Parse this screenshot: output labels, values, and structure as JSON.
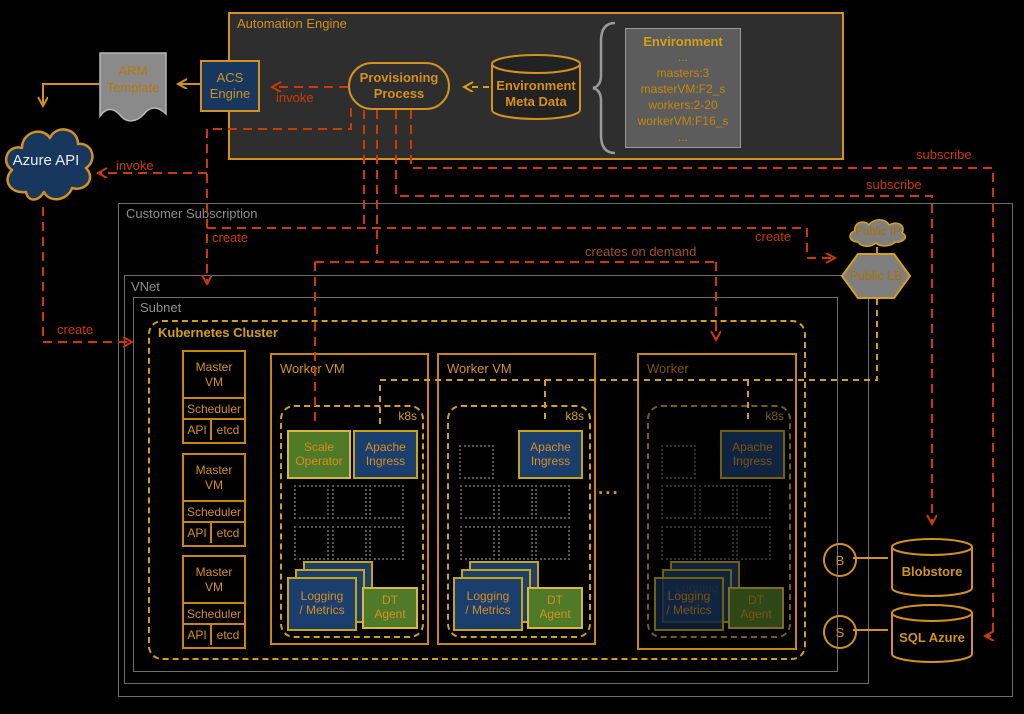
{
  "automation_engine": {
    "title": "Automation Engine",
    "acs_engine": "ACS\nEngine",
    "provisioning": "Provisioning\nProcess",
    "meta_data": "Environment\nMeta Data",
    "environment": {
      "title": "Environment",
      "lines": [
        "...",
        "masters:3",
        "masterVM:F2_s",
        "workers:2-20",
        "workerVM:F16_s",
        "..."
      ]
    }
  },
  "azure": {
    "arm_template": "ARM\nTemplate",
    "azure_api": "Azure API"
  },
  "connector_labels": {
    "invoke_top": "invoke",
    "invoke_azure": "invoke",
    "create_azure": "create",
    "create_cluster": "create",
    "create_lb": "create",
    "creates_on_demand": "creates on demand",
    "subscribe_sql": "subscribe",
    "subscribe_blob": "subscribe"
  },
  "subscription": {
    "title": "Customer Subscription",
    "vnet_label": "VNet",
    "subnet_label": "Subnet",
    "cluster_label": "Kubernetes Cluster"
  },
  "master": {
    "label": "Master\nVM",
    "scheduler": "Scheduler",
    "api": "API",
    "etcd": "etcd"
  },
  "workers": [
    {
      "label": "Worker VM"
    },
    {
      "label": "Worker VM"
    },
    {
      "label": "Worker"
    }
  ],
  "k8s_label": "k8s",
  "components": {
    "scale_operator": "Scale\nOperator",
    "apache_ingress": "Apache\nIngress",
    "logging_metrics": "Logging\n/ Metrics",
    "logging_ghost": "Logging\nStack",
    "dt_agent": "DT\nAgent"
  },
  "ellipsis": "...",
  "right": {
    "public_ip": "Public IP",
    "public_lb": "Public LB",
    "blob_badge": "B",
    "sql_badge": "S",
    "blobstore": "Blobstore",
    "sql_azure": "SQL Azure"
  },
  "colors": {
    "orange": "#d4911e",
    "yellow_dash": "#d4a017",
    "red_dash": "#cc3a00",
    "dark_red_label": "#a0522d",
    "navy": "#17375e",
    "green": "#4f7a28",
    "gray_node": "#7f7f7f",
    "box_gray": "#2e2e2e",
    "border_gray": "#6e6e6e",
    "label_gray": "#8f8f8f"
  }
}
